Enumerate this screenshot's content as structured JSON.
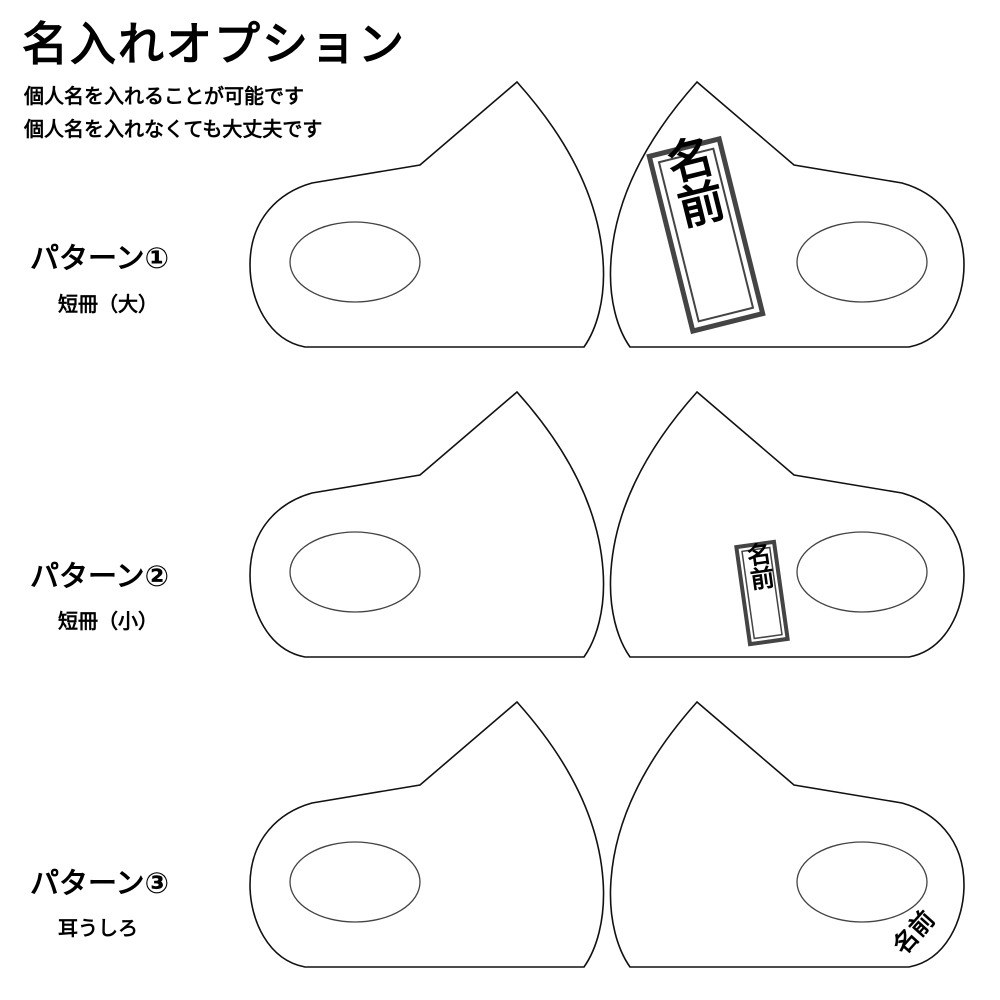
{
  "title": "名入れオプション",
  "subtitle_lines": [
    "個人名を入れることが可能です",
    "個人名を入れなくても大丈夫です"
  ],
  "patterns": [
    {
      "label": "パターン①",
      "description": "短冊（大）",
      "name_text": "名前"
    },
    {
      "label": "パターン②",
      "description": "短冊（小）",
      "name_text": "名前"
    },
    {
      "label": "パターン③",
      "description": "耳うしろ",
      "name_text": "名前"
    }
  ]
}
